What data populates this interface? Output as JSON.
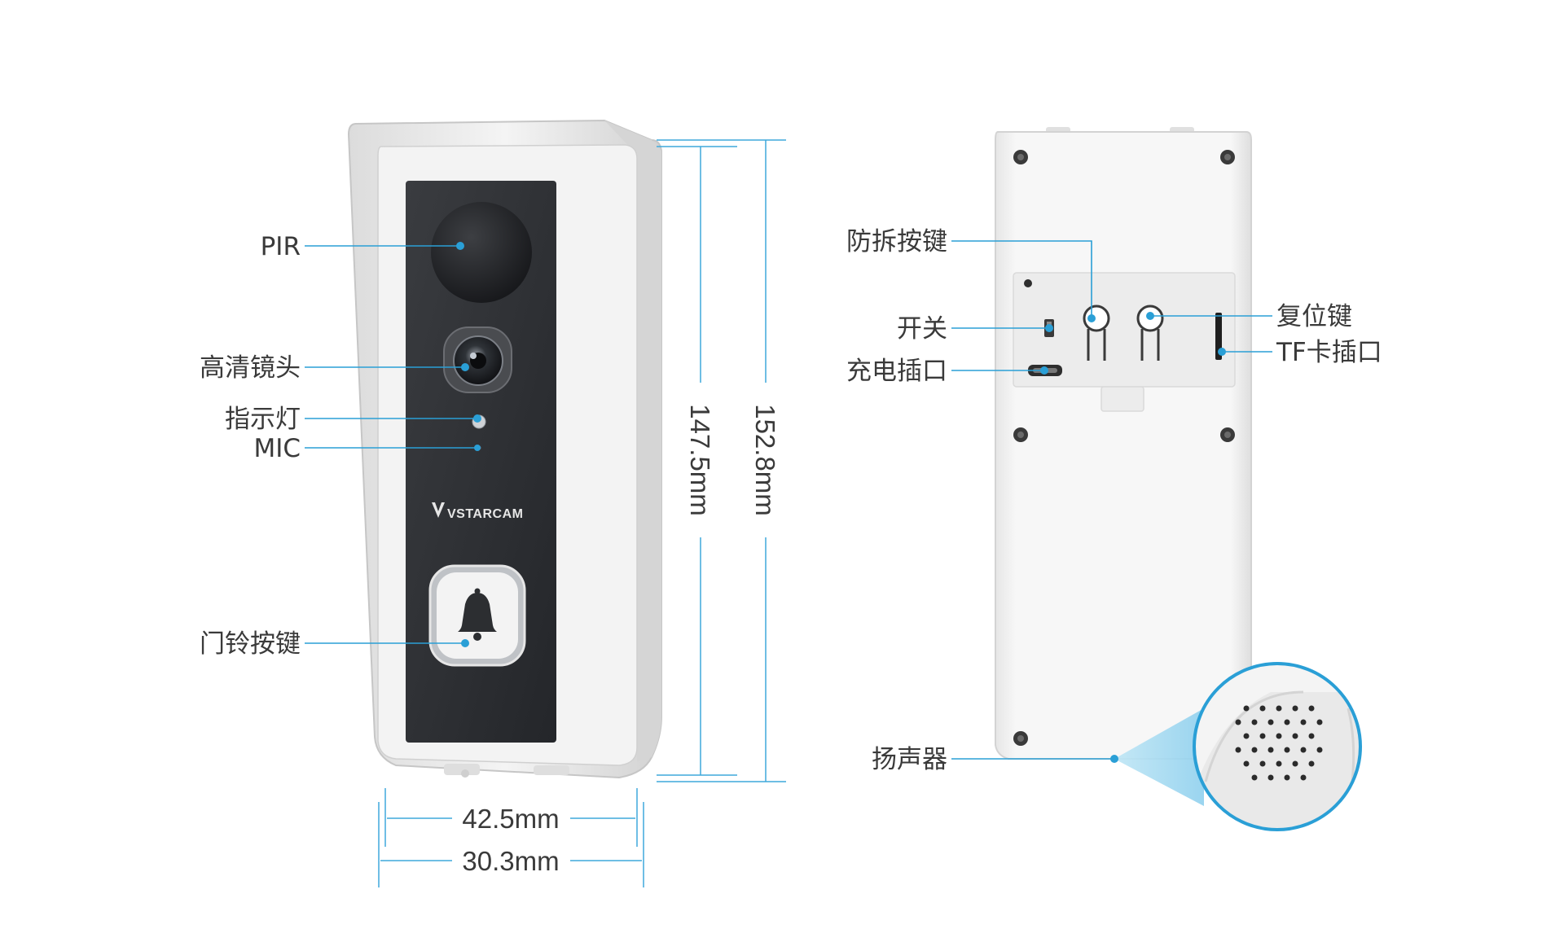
{
  "brand": "VSTARCAM",
  "front_labels": {
    "pir": "PIR",
    "camera": "高清镜头",
    "indicator": "指示灯",
    "mic": "MIC",
    "doorbell_button": "门铃按键"
  },
  "back_labels": {
    "tamper_button": "防拆按键",
    "power_switch": "开关",
    "charging_port": "充电插口",
    "reset_button": "复位键",
    "tf_slot": "TF卡插口",
    "speaker": "扬声器"
  },
  "dimensions": {
    "width_outer": "42.5mm",
    "width_inner": "30.3mm",
    "height_inner": "147.5mm",
    "height_outer": "152.8mm"
  },
  "colors": {
    "accent": "#2a9fd6",
    "panel": "#2e3034",
    "housing": "#ececec"
  }
}
